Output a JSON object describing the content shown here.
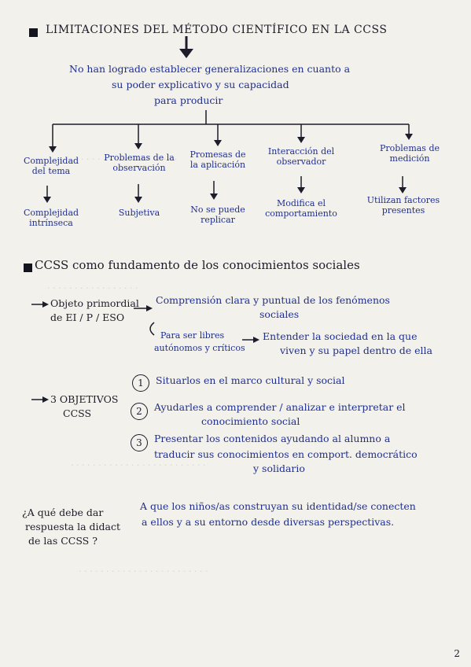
{
  "header": {
    "title": "LIMITACIONES DEL MÉTODO CIENTÍFICO EN LA CCSS"
  },
  "summary": {
    "line1": "No han logrado establecer generalizaciones en cuanto a",
    "line2": "su poder explicativo y su capacidad",
    "line3": "para producir"
  },
  "limitations": [
    {
      "label_top": "Complejidad",
      "label_bottom": "del tema",
      "result_top": "Complejidad",
      "result_bottom": "intrínseca"
    },
    {
      "label_top": "Problemas de la",
      "label_bottom": "observación",
      "result_top": "Subjetiva",
      "result_bottom": ""
    },
    {
      "label_top": "Promesas de",
      "label_bottom": "la aplicación",
      "result_top": "No se puede",
      "result_bottom": "replicar"
    },
    {
      "label_top": "Interacción del",
      "label_bottom": "observador",
      "result_top": "Modifica el",
      "result_bottom": "comportamiento"
    },
    {
      "label_top": "Problemas de",
      "label_bottom": "medición",
      "result_top": "Utilizan factores",
      "result_bottom": "presentes"
    }
  ],
  "section2": {
    "title": "CCSS como fundamento de los conocimientos sociales",
    "object_label_1": "Objeto primordial",
    "object_label_2": "de EI / P / ESO",
    "comprehension_1": "Comprensión clara y puntual de los fenómenos",
    "comprehension_2": "sociales",
    "para_1": "Para ser libres",
    "para_2": "autónomos y críticos",
    "understand_1": "Entender la sociedad en la que",
    "understand_2": "viven y su papel dentro de ella",
    "objectives_label_1": "3 OBJETIVOS",
    "objectives_label_2": "CCSS",
    "objectives": [
      {
        "num": "1",
        "line1": "Situarlos en el marco cultural y social",
        "line2": ""
      },
      {
        "num": "2",
        "line1": "Ayudarles a comprender / analizar e interpretar el",
        "line2": "conocimiento social"
      },
      {
        "num": "3",
        "line1": "Presentar los contenidos ayudando al alumno a",
        "line2": "traducir sus conocimientos en comport. democrático",
        "line3": "y solidario"
      }
    ]
  },
  "question": {
    "q1": "¿A qué debe dar",
    "q2": "respuesta la didact",
    "q3": "de las CCSS ?",
    "a1": "A que los niños/as construyan su identidad/se conecten",
    "a2": "a ellos y a su entorno desde diversas perspectivas."
  },
  "page_number": "2"
}
